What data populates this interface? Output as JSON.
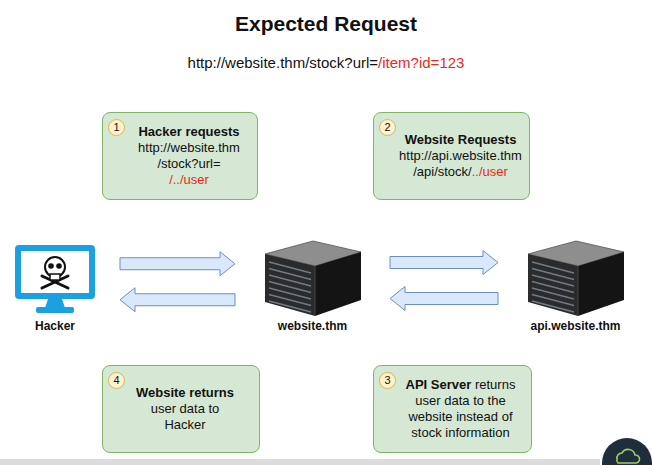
{
  "diagram": {
    "title": "Expected Request",
    "nodes": [
      {
        "text": [
          "1",
          "Hacker requests",
          "http://website.thm /stock?url=",
          "/../user"
        ]
      },
      {
        "text": [
          "2",
          "Website Requests",
          "http://api.website.thm /api/stock/",
          "../user"
        ]
      },
      {
        "text": [
          "Hacker"
        ]
      },
      {
        "text": [
          "website.thm"
        ]
      },
      {
        "text": [
          "api.website.thm"
        ]
      },
      {
        "text": [
          "4",
          "Website returns",
          "user data to Hacker"
        ]
      },
      {
        "text": [
          "3",
          "API Server",
          "returns user data to the website instead of stock information"
        ]
      }
    ],
    "edges": [
      {
        "from": 2,
        "to": 3,
        "arrow": "to"
      },
      {
        "from": 3,
        "to": 2,
        "arrow": "to"
      },
      {
        "from": 3,
        "to": 4,
        "arrow": "to"
      },
      {
        "from": 4,
        "to": 3,
        "arrow": "to"
      }
    ],
    "labels": [
      "http://website.thm/stock?url=",
      "/item?id=123"
    ]
  }
}
